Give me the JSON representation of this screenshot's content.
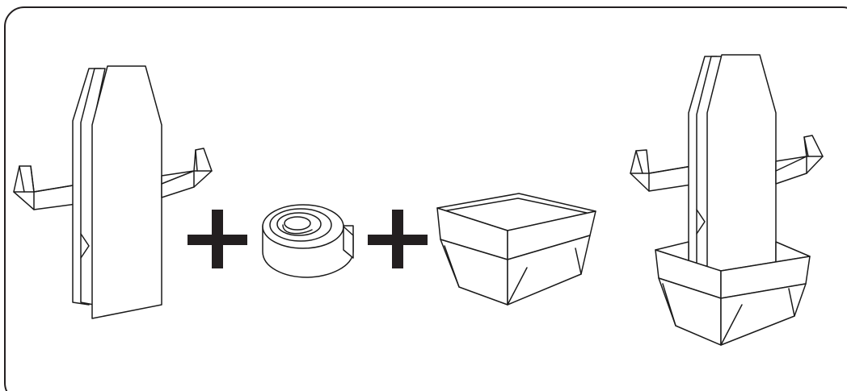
{
  "diagram": {
    "steps": [
      {
        "item": "origami-cactus-body"
      },
      {
        "operator": "plus"
      },
      {
        "item": "paper-strip-coil"
      },
      {
        "operator": "plus"
      },
      {
        "item": "origami-pot"
      },
      {
        "result": "assembled-cactus-in-pot"
      }
    ],
    "colors": {
      "stroke": "#1a1a1a",
      "paper": "#ffffff",
      "plus_sign": "#231f20",
      "frame_border": "#231f20"
    }
  }
}
